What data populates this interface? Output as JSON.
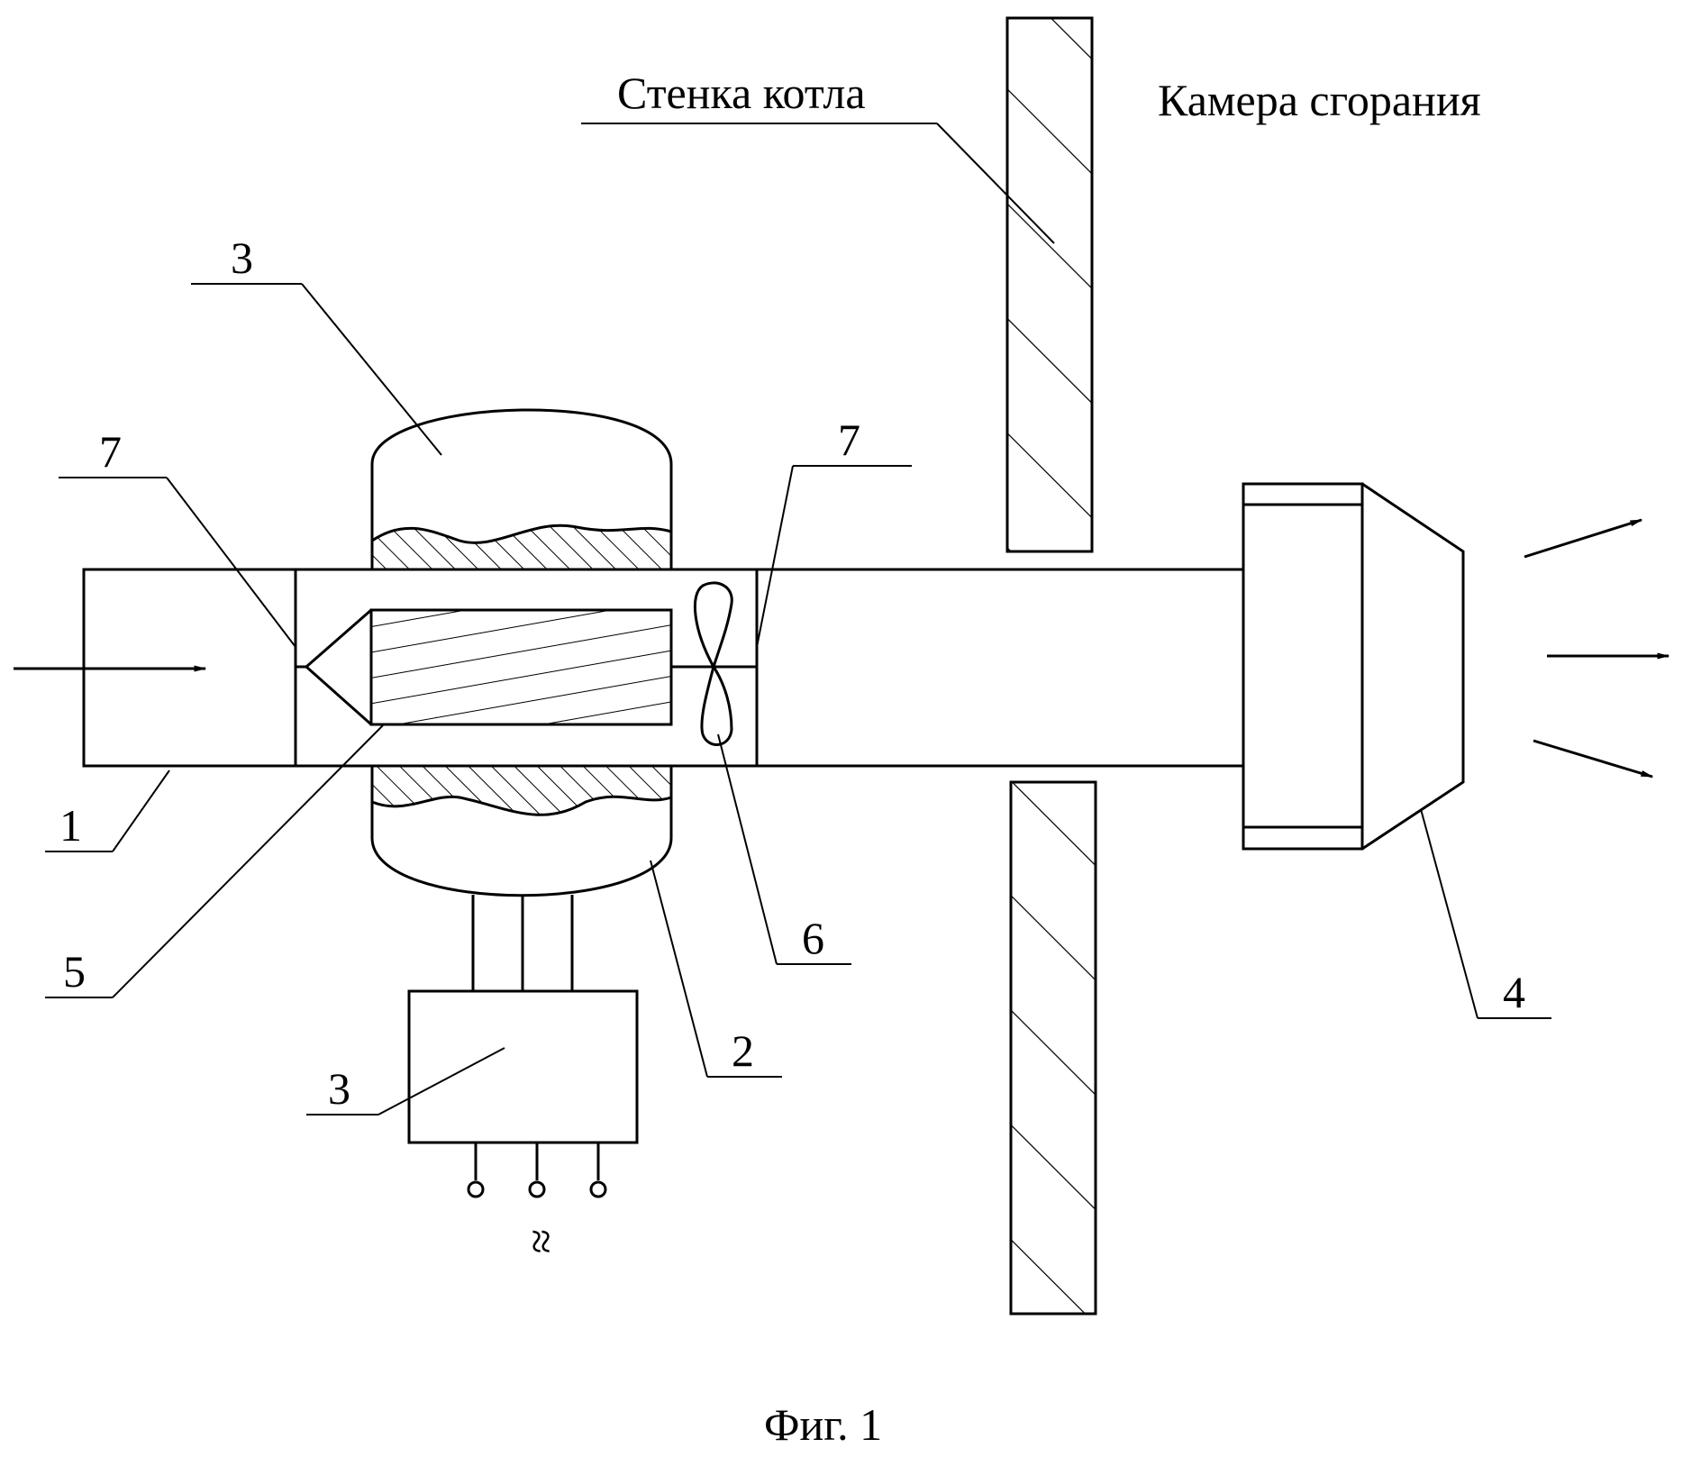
{
  "figure": {
    "title_wall": "Стенка котла",
    "title_chamber": "Камера сгорания",
    "caption": "Фиг. 1",
    "labels": {
      "l1": "1",
      "l2": "2",
      "l3_top": "3",
      "l3_bottom": "3",
      "l4": "4",
      "l5": "5",
      "l6": "6",
      "l7_left": "7",
      "l7_right": "7"
    },
    "ac_symbol": "≈"
  }
}
